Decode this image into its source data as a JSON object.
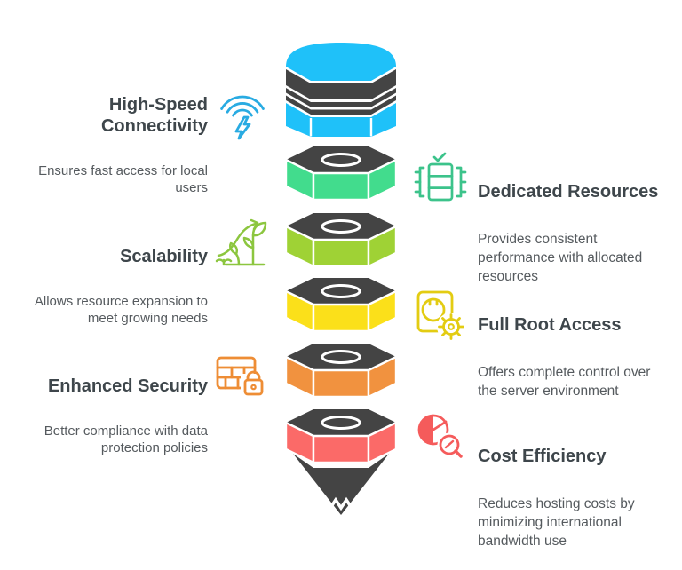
{
  "palette": {
    "heading_text": "#3e464b",
    "body_text": "#555a5e",
    "background": "#ffffff",
    "white_separator": "#ffffff"
  },
  "funnel": {
    "dark": "#444444",
    "top_color": "#1fc1f9",
    "segments": [
      {
        "name": "top-cylinder",
        "color": "#1fc1f9"
      },
      {
        "name": "segment-green",
        "color": "#42dc8d"
      },
      {
        "name": "segment-lime",
        "color": "#9fd235"
      },
      {
        "name": "segment-yellow",
        "color": "#fbe01a"
      },
      {
        "name": "segment-orange",
        "color": "#f1923f"
      },
      {
        "name": "segment-red",
        "color": "#fb6a68"
      }
    ]
  },
  "features": {
    "left": [
      {
        "title": "High-Speed\nConnectivity",
        "description": "Ensures fast access for local\nusers",
        "icon": "wifi-bolt-icon",
        "icon_color": "#29abe2"
      },
      {
        "title": "Scalability",
        "description": "Allows resource expansion to\nmeet growing needs",
        "icon": "plant-growth-icon",
        "icon_color": "#8cc63f"
      },
      {
        "title": "Enhanced Security",
        "description": "Better compliance with data\nprotection policies",
        "icon": "firewall-lock-icon",
        "icon_color": "#ee8d35"
      }
    ],
    "right": [
      {
        "title": "Dedicated Resources",
        "description": "Provides consistent\nperformance with allocated\nresources",
        "icon": "server-check-icon",
        "icon_color": "#3cc38b"
      },
      {
        "title": "Full Root Access",
        "description": "Offers complete control over\nthe server environment",
        "icon": "disk-gear-icon",
        "icon_color": "#e3cc12"
      },
      {
        "title": "Cost Efficiency",
        "description": "Reduces hosting costs by\nminimizing international\nbandwidth use",
        "icon": "pie-magnifier-icon",
        "icon_color": "#f55b5b"
      }
    ]
  }
}
